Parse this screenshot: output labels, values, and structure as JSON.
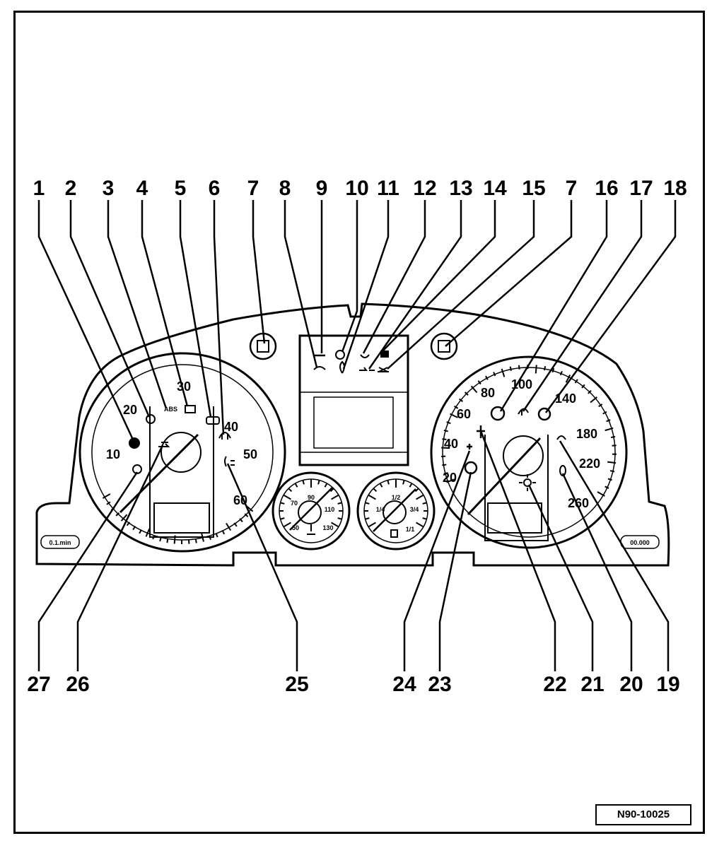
{
  "figure": {
    "reference_code": "N90-10025",
    "left_display_label": "0.1.min",
    "right_display_label": "00.000"
  },
  "callouts_top": [
    "1",
    "2",
    "3",
    "4",
    "5",
    "6",
    "7",
    "8",
    "9",
    "10",
    "11",
    "12",
    "13",
    "14",
    "15",
    "7",
    "16",
    "17",
    "18"
  ],
  "callouts_bottom": [
    "27",
    "26",
    "25",
    "24",
    "23",
    "22",
    "21",
    "20",
    "19"
  ],
  "tachometer": {
    "scale_labels": [
      "10",
      "20",
      "30",
      "40",
      "50",
      "60"
    ]
  },
  "speedometer": {
    "scale_labels": [
      "20",
      "40",
      "60",
      "80",
      "100",
      "140",
      "180",
      "220",
      "260"
    ]
  },
  "small_gauge_left": {
    "scale_labels": [
      "50",
      "70",
      "90",
      "110",
      "130"
    ]
  },
  "small_gauge_right": {
    "scale_labels": [
      "1/2",
      "1/4",
      "3/4",
      "1/1"
    ]
  }
}
